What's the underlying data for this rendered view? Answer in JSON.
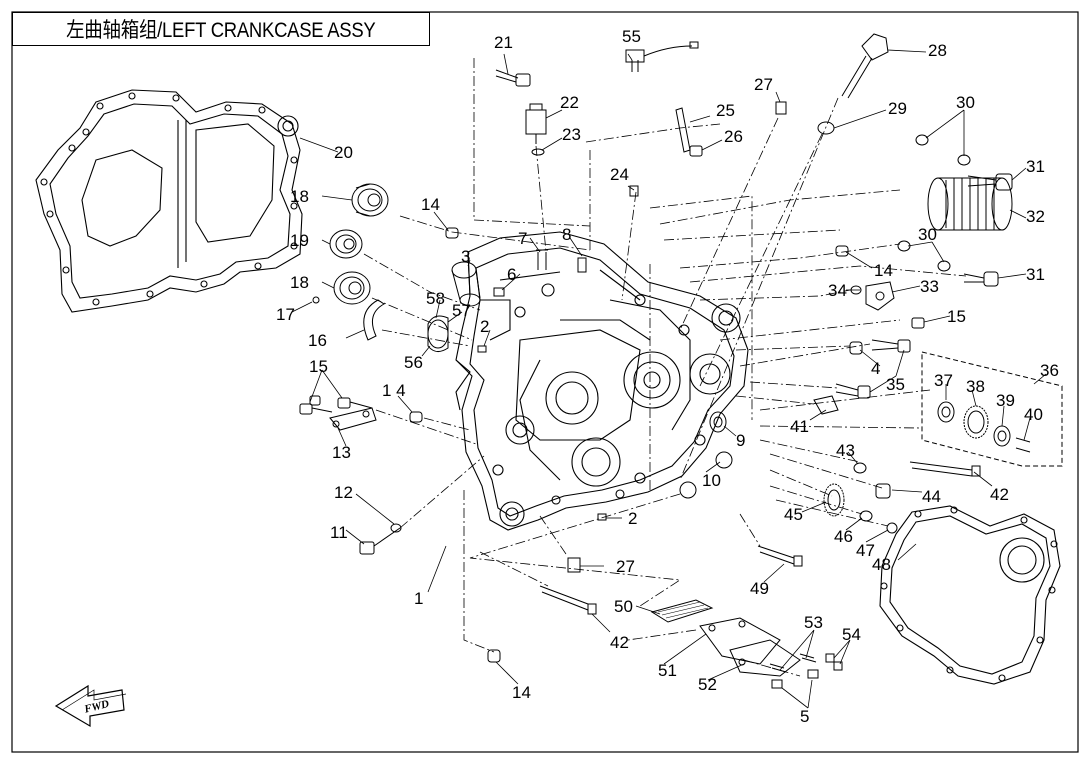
{
  "title": "左曲轴箱组/LEFT CRANKCASE ASSY",
  "fwd_label": "FWD",
  "colors": {
    "line": "#000000",
    "background": "#ffffff"
  },
  "callouts": [
    {
      "id": "c1",
      "label": "1"
    },
    {
      "id": "c2a",
      "label": "2"
    },
    {
      "id": "c2b",
      "label": "2"
    },
    {
      "id": "c3",
      "label": "3"
    },
    {
      "id": "c4",
      "label": "4"
    },
    {
      "id": "c5",
      "label": "5"
    },
    {
      "id": "c6",
      "label": "6"
    },
    {
      "id": "c7",
      "label": "7"
    },
    {
      "id": "c8",
      "label": "8"
    },
    {
      "id": "c9",
      "label": "9"
    },
    {
      "id": "c10",
      "label": "10"
    },
    {
      "id": "c11",
      "label": "11"
    },
    {
      "id": "c12",
      "label": "12"
    },
    {
      "id": "c13",
      "label": "13"
    },
    {
      "id": "c14a",
      "label": "14"
    },
    {
      "id": "c14b",
      "label": "1 4"
    },
    {
      "id": "c14c",
      "label": "14"
    },
    {
      "id": "c14d",
      "label": "14"
    },
    {
      "id": "c15a",
      "label": "15"
    },
    {
      "id": "c15b",
      "label": "15"
    },
    {
      "id": "c16",
      "label": "16"
    },
    {
      "id": "c17",
      "label": "17"
    },
    {
      "id": "c18a",
      "label": "18"
    },
    {
      "id": "c18b",
      "label": "18"
    },
    {
      "id": "c19",
      "label": "19"
    },
    {
      "id": "c20",
      "label": "20"
    },
    {
      "id": "c21",
      "label": "21"
    },
    {
      "id": "c22",
      "label": "22"
    },
    {
      "id": "c23",
      "label": "23"
    },
    {
      "id": "c24",
      "label": "24"
    },
    {
      "id": "c25",
      "label": "25"
    },
    {
      "id": "c26",
      "label": "26"
    },
    {
      "id": "c27a",
      "label": "27"
    },
    {
      "id": "c27b",
      "label": "27"
    },
    {
      "id": "c28",
      "label": "28"
    },
    {
      "id": "c29",
      "label": "29"
    },
    {
      "id": "c30a",
      "label": "30"
    },
    {
      "id": "c30b",
      "label": "30"
    },
    {
      "id": "c31a",
      "label": "31"
    },
    {
      "id": "c31b",
      "label": "31"
    },
    {
      "id": "c32",
      "label": "32"
    },
    {
      "id": "c33",
      "label": "33"
    },
    {
      "id": "c34",
      "label": "34"
    },
    {
      "id": "c35",
      "label": "35"
    },
    {
      "id": "c36",
      "label": "36"
    },
    {
      "id": "c37",
      "label": "37"
    },
    {
      "id": "c38",
      "label": "38"
    },
    {
      "id": "c39",
      "label": "39"
    },
    {
      "id": "c40",
      "label": "40"
    },
    {
      "id": "c41",
      "label": "41"
    },
    {
      "id": "c42a",
      "label": "42"
    },
    {
      "id": "c42b",
      "label": "42"
    },
    {
      "id": "c43",
      "label": "43"
    },
    {
      "id": "c44",
      "label": "44"
    },
    {
      "id": "c45",
      "label": "45"
    },
    {
      "id": "c46",
      "label": "46"
    },
    {
      "id": "c47",
      "label": "47"
    },
    {
      "id": "c48",
      "label": "48"
    },
    {
      "id": "c49",
      "label": "49"
    },
    {
      "id": "c50",
      "label": "50"
    },
    {
      "id": "c51",
      "label": "51"
    },
    {
      "id": "c52",
      "label": "52"
    },
    {
      "id": "c53",
      "label": "53"
    },
    {
      "id": "c54",
      "label": "54"
    },
    {
      "id": "c55",
      "label": "55"
    },
    {
      "id": "c56",
      "label": "56"
    },
    {
      "id": "c57",
      "label": "57"
    },
    {
      "id": "c58",
      "label": "58"
    }
  ]
}
